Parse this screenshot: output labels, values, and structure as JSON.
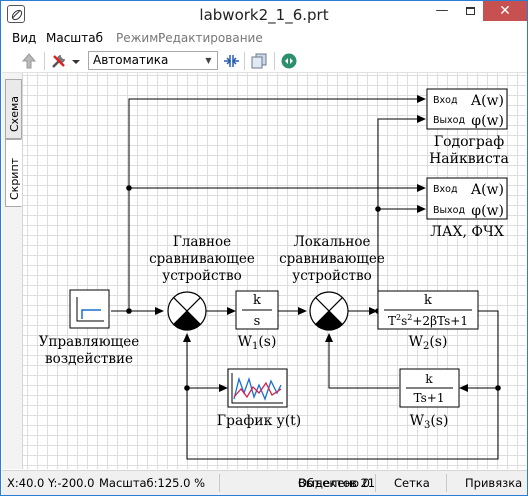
{
  "window": {
    "title": "labwork2_1_6.prt",
    "minimize": "—",
    "close": "✕"
  },
  "menu": {
    "view": "Вид",
    "scale": "Масштаб",
    "mode_label": "Режим:",
    "mode_value": "Редактирование"
  },
  "toolbar": {
    "mode_select": "Автоматика"
  },
  "tabs": {
    "scheme": "Схема",
    "script": "Скрипт"
  },
  "diagram": {
    "main_comparator": [
      "Главное",
      "сравнивающее",
      "устройство"
    ],
    "local_comparator": [
      "Локальное",
      "сравнивающее",
      "устройство"
    ],
    "input_block": [
      "Управляющее",
      "воздействие"
    ],
    "w1": {
      "num": "k",
      "den": "s",
      "label": "W",
      "sub": "1",
      "arg": "(s)"
    },
    "w2": {
      "num": "k",
      "label": "W",
      "sub": "2",
      "arg": "(s)"
    },
    "w3": {
      "num": "k",
      "den": "Ts+1",
      "label": "W",
      "sub": "3",
      "arg": "(s)"
    },
    "nyquist": {
      "in_label": "Вход",
      "out_label": "Выход",
      "amp": "A(w)",
      "phase": "φ(w)",
      "title": [
        "Годограф",
        "Найквиста"
      ]
    },
    "lax": {
      "in_label": "Вход",
      "out_label": "Выход",
      "amp": "A(w)",
      "phase": "φ(w)",
      "title": "ЛАХ, ФЧХ"
    },
    "graph": {
      "title": "График y(t)"
    }
  },
  "status": {
    "x": "X:40.0",
    "y": "Y:-200.0",
    "scale": "Масштаб:125.0 %",
    "objects": "Объектов 21",
    "selected": "Выделено 0",
    "grid": "Сетка",
    "snap": "Привязка"
  }
}
